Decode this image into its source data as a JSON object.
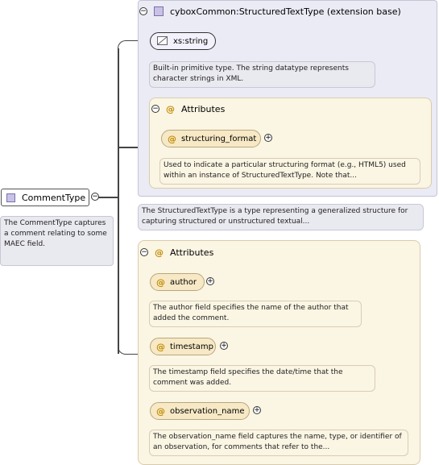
{
  "root": {
    "name": "CommentType",
    "documentation": "The CommentType captures a comment relating to some MAEC field."
  },
  "extension": {
    "header": "cyboxCommon:StructuredTextType (extension base)",
    "base_type": "xs:string",
    "base_type_doc": "Built-in primitive type. The string datatype represents character strings in XML.",
    "attributes_label": "Attributes",
    "attribute_name": "structuring_format",
    "attribute_doc": "Used to indicate a particular structuring format (e.g., HTML5) used within an instance of StructuredTextType. Note that...",
    "documentation": "The StructuredTextType is a type representing a generalized structure for capturing structured or unstructured textual..."
  },
  "attributes": {
    "label": "Attributes",
    "items": [
      {
        "name": "author",
        "doc": "The author field specifies the name of the author that added the comment."
      },
      {
        "name": "timestamp",
        "doc": "The timestamp field specifies the date/time that the comment was added."
      },
      {
        "name": "observation_name",
        "doc": "The observation_name field captures the name, type, or identifier of an observation, for comments that refer to the..."
      }
    ]
  },
  "symbols": {
    "collapse": "−",
    "expand": "+",
    "attribute": "@"
  }
}
